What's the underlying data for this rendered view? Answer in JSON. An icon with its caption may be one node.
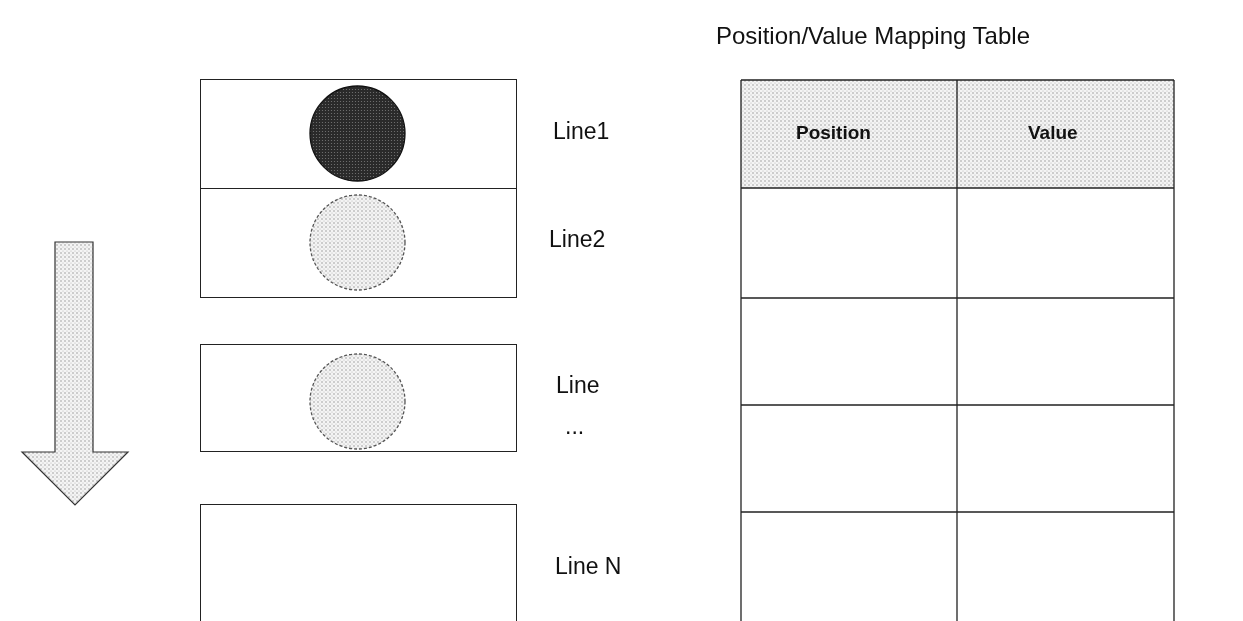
{
  "diagram": {
    "nodes": [
      {
        "text": [],
        "shape": "box",
        "beside": [
          "Line1"
        ]
      },
      {
        "text": [],
        "shape": "circle",
        "in": 0
      },
      {
        "text": [],
        "shape": "box",
        "beside": [
          "Line2"
        ]
      },
      {
        "text": [],
        "shape": "circle",
        "in": 2
      },
      {
        "text": [],
        "shape": "box",
        "beside": [
          "Line",
          "..."
        ]
      },
      {
        "text": [],
        "shape": "circle",
        "in": 4
      },
      {
        "text": [],
        "shape": "box",
        "beside": [
          "Line N"
        ]
      }
    ],
    "edges": [],
    "labels": [
      "Position/Value Mapping Table",
      "Position",
      "Value"
    ]
  }
}
